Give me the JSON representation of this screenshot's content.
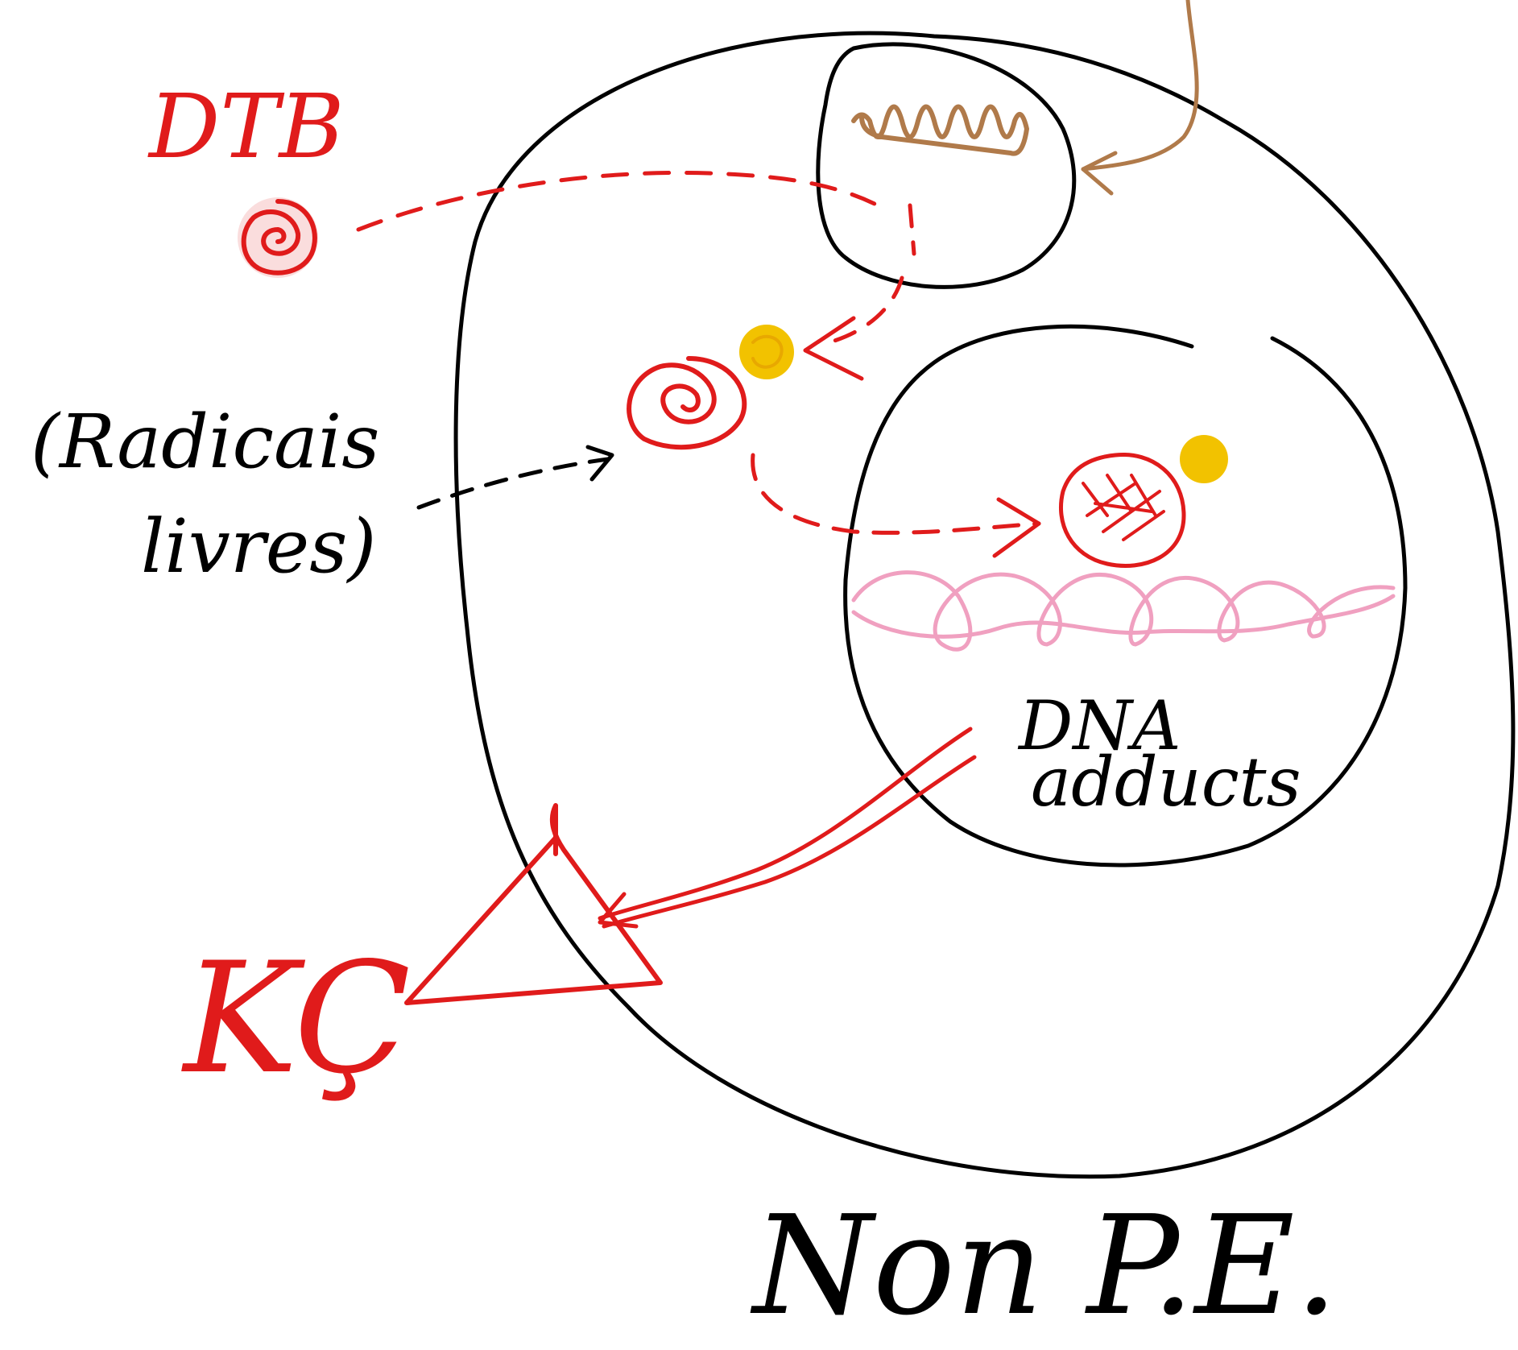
{
  "labels": {
    "dtb": "DTB",
    "radicals": "(Radicais",
    "radicals_line2": "livres)",
    "dna_adducts": "DNA",
    "dna_adducts_line2": "adducts",
    "kc": "KÇ",
    "title": "Non P.E."
  },
  "colors": {
    "ink_black": "#000000",
    "ink_red": "#e01b1b",
    "ink_brown": "#b07a4a",
    "ink_yellow": "#f2c200",
    "ink_pink": "#f0a0c0"
  },
  "icons": {
    "dtb_molecule": "red-spiral-icon",
    "activated_molecule": "red-spiral-icon",
    "enzyme": "yellow-dot-icon",
    "adduct": "red-scribble-icon",
    "dna": "pink-helix-icon",
    "tumor": "red-triangle-icon"
  }
}
